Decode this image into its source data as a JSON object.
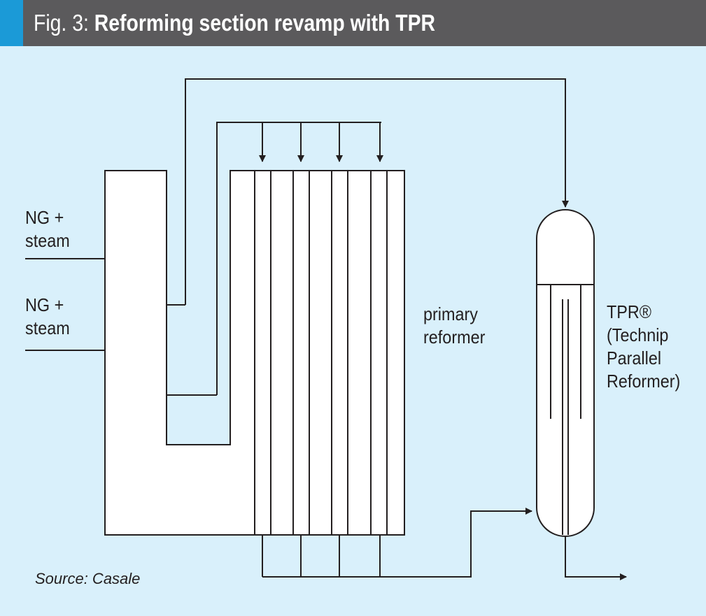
{
  "header": {
    "fig_label": "Fig. 3: ",
    "title": "Reforming section revamp with TPR",
    "accent_color": "#1b9ad7",
    "bar_color": "#5b5a5c"
  },
  "background_color": "#d9f0fb",
  "labels": {
    "feed_top_line1": "NG +",
    "feed_top_line2": "steam",
    "feed_bottom_line1": "NG +",
    "feed_bottom_line2": "steam",
    "primary_reformer_line1": "primary",
    "primary_reformer_line2": "reformer",
    "tpr_line1": "TPR®",
    "tpr_line2": "(Technip",
    "tpr_line3": "Parallel",
    "tpr_line4": "Reformer)"
  },
  "source": "Source: Casale"
}
